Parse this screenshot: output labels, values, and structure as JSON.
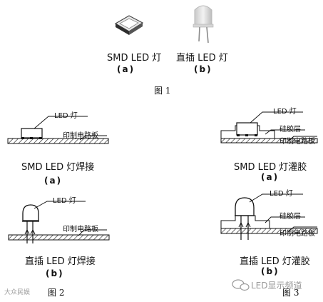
{
  "figure1": {
    "caption": "图 1",
    "smd": {
      "label": "SMD LED 灯",
      "sub": "(a)"
    },
    "dip": {
      "label": "直插 LED 灯",
      "sub": "(b)"
    }
  },
  "figure2": {
    "caption": "图 2",
    "a": {
      "led_label": "LED 灯",
      "pcb_label": "印制电路板",
      "title": "SMD LED 灯焊接",
      "sub": "(a)"
    },
    "b": {
      "led_label": "LED 灯",
      "pcb_label": "印制电路板",
      "title": "直插 LED 灯焊接",
      "sub": "(b)"
    }
  },
  "figure3": {
    "caption": "图 3",
    "a": {
      "led_label": "LED 灯",
      "glue_label": "硅胶层",
      "pcb_label": "印制电路板",
      "title": "SMD LED 灯灌胶",
      "sub": "(a)"
    },
    "b": {
      "led_label": "LED 灯",
      "glue_label": "硅胶层",
      "pcb_label": "印制电路板",
      "title": "直插 LED 灯灌胶",
      "sub": "(b)"
    }
  },
  "watermarks": {
    "left": "大众民娱",
    "right": "LED显示频道"
  }
}
